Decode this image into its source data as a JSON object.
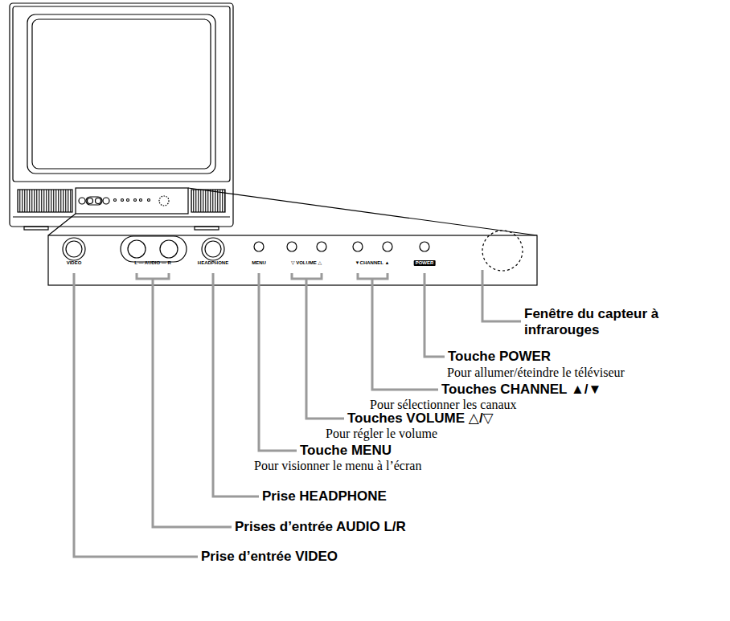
{
  "diagram": {
    "labels": [
      "VIDEO",
      "L — AUDIO — R",
      "HEADPHONE",
      "MENU",
      "▽ VOLUME △",
      "▼CHANNEL ▲",
      "POWER",
      "Fenêtre du capteur à infrarouges",
      "Touche POWER",
      "Pour allumer/éteindre le téléviseur",
      "Touches CHANNEL ▲/▼",
      "Pour sélectionner les canaux",
      "Touches VOLUME △/▽",
      "Pour régler le volume",
      "Touche MENU",
      "Pour visionner le menu à l’écran",
      "Prise HEADPHONE",
      "Prises d’entrée AUDIO L/R",
      "Prise d’entrée VIDEO"
    ]
  }
}
